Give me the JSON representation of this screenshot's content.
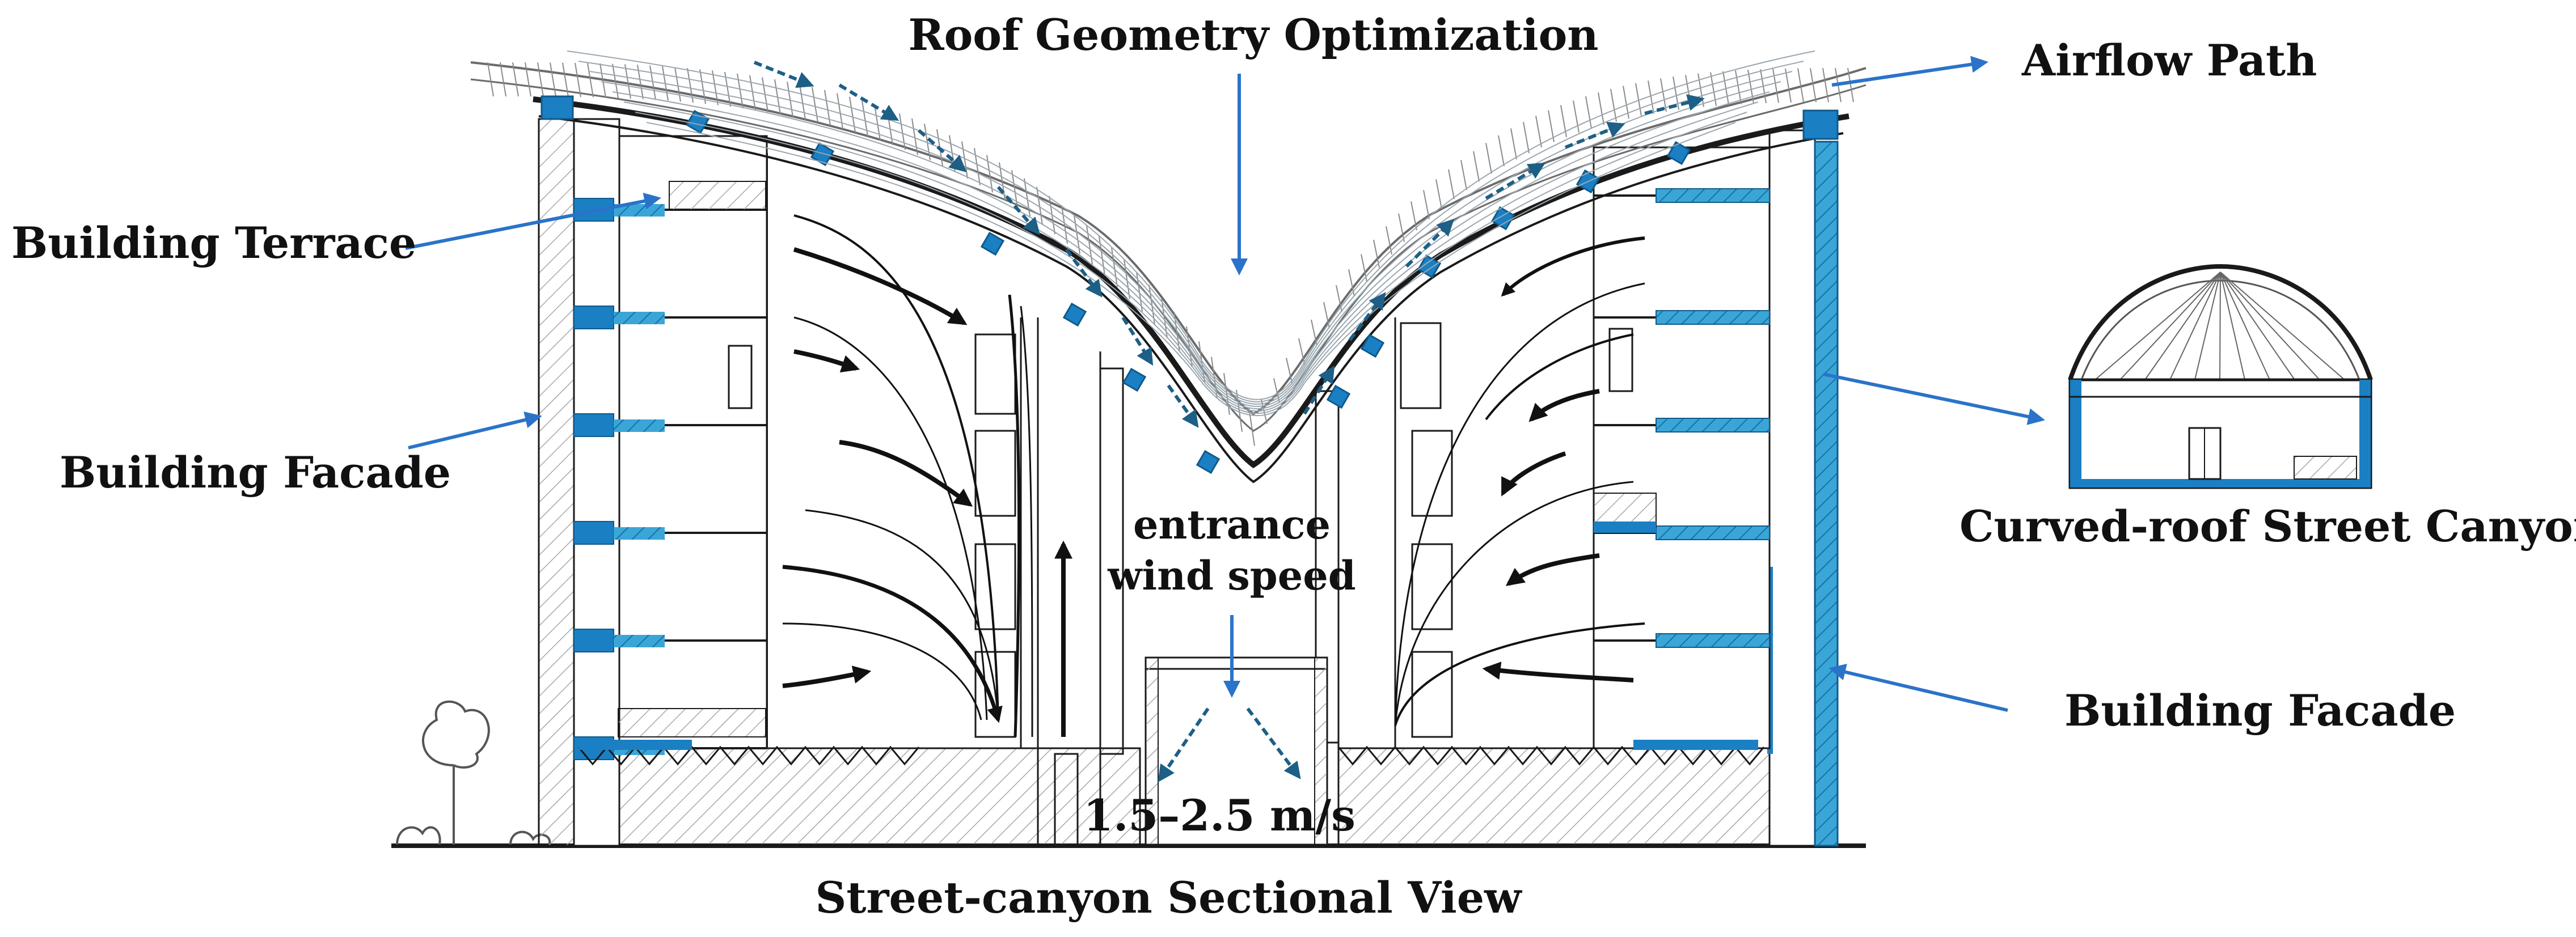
{
  "labels": {
    "roof_geometry": "Roof Geometry Optimization",
    "airflow_path": "Airflow Path",
    "building_terrace": "Building Terrace",
    "building_facade_left": "Building Facade",
    "building_facade_right": "Building Facade",
    "curved_roof": "Curved-roof Street Canyon",
    "entrance_line1": "entrance",
    "entrance_line2": "wind speed",
    "speed_range": "1.5–2.5 m/s",
    "section_title": "Street-canyon Sectional View"
  },
  "colors": {
    "accent_blue": "#1b7fc4",
    "light_blue": "#3aa6d8",
    "pointer_blue": "#2a73c9",
    "airflow_dark_blue": "#1d5f86",
    "line": "#1a1a1a",
    "hatch": "#9a9a9a"
  }
}
